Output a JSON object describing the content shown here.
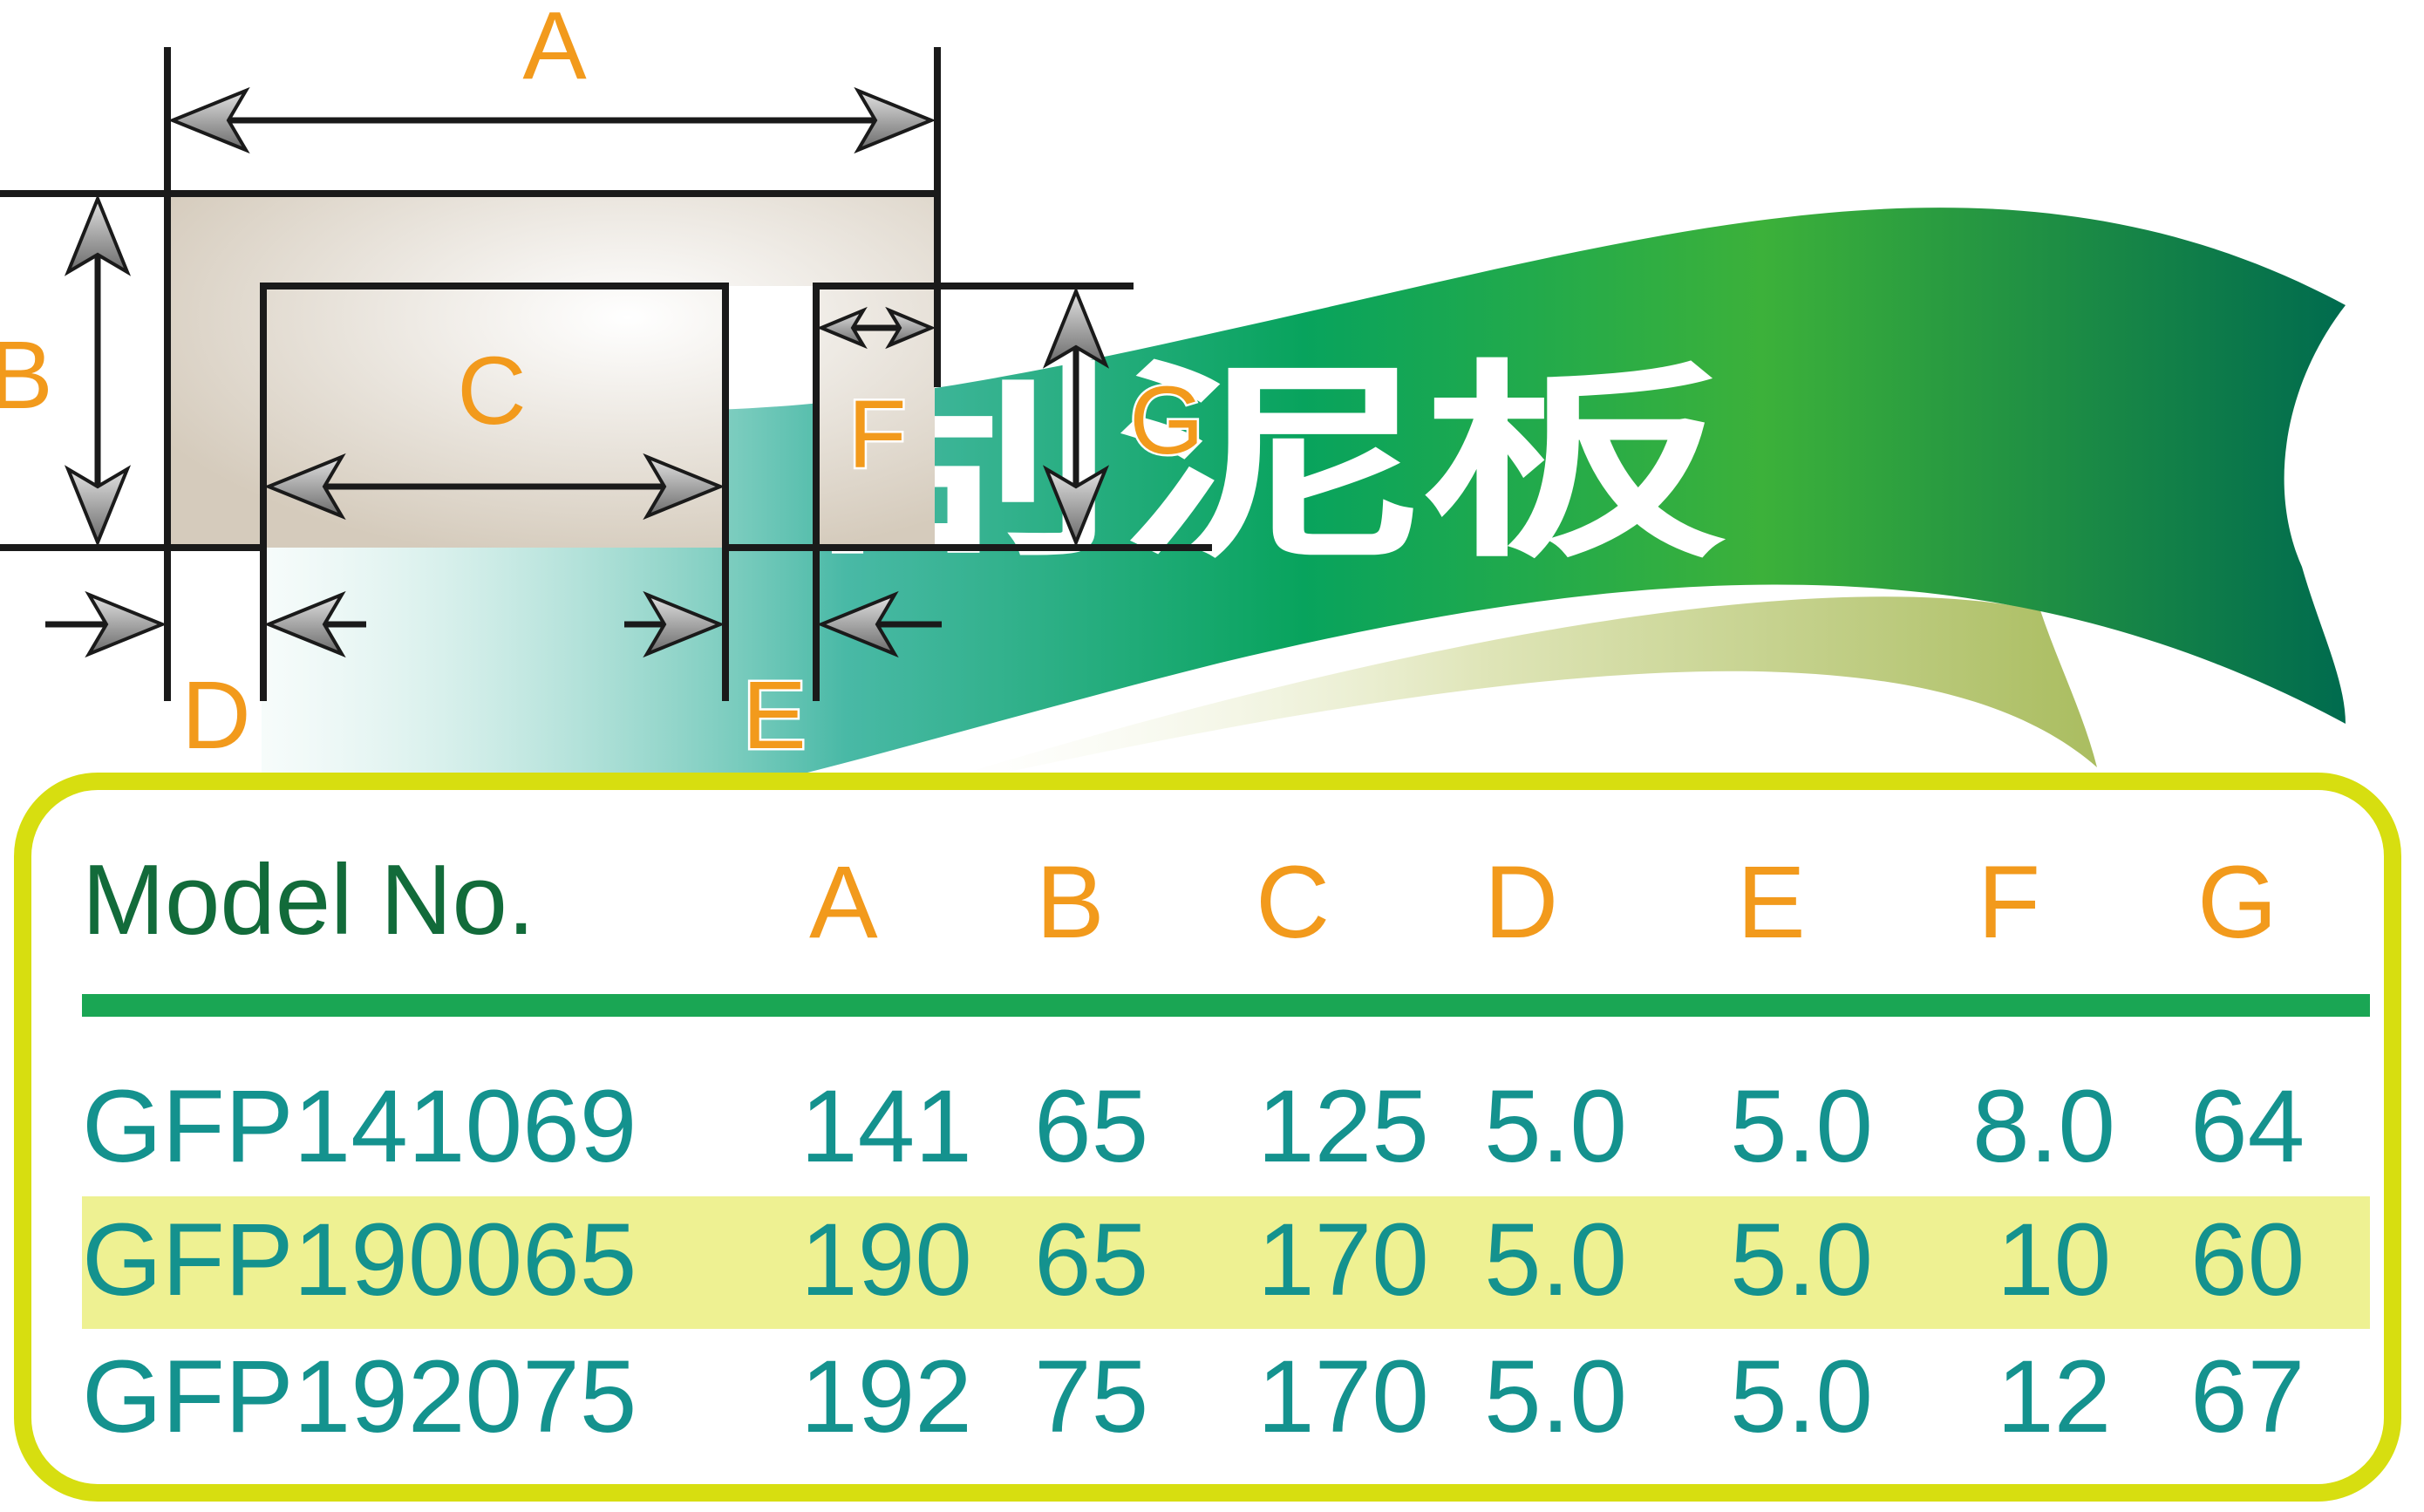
{
  "banner": {
    "title": "刮泥板"
  },
  "dimension_labels": {
    "A": "A",
    "B": "B",
    "C": "C",
    "D": "D",
    "E": "E",
    "F": "F",
    "G": "G"
  },
  "table": {
    "headers": [
      "Model No.",
      "A",
      "B",
      "C",
      "D",
      "E",
      "F",
      "G"
    ],
    "rows": [
      {
        "model": "GFP141069",
        "A": "141",
        "B": "65",
        "C": "125",
        "D": "5.0",
        "E": "5.0",
        "F": "8.0",
        "G": "64",
        "highlighted": false
      },
      {
        "model": "GFP190065",
        "A": "190",
        "B": "65",
        "C": "170",
        "D": "5.0",
        "E": "5.0",
        "F": "10",
        "G": "60",
        "highlighted": true
      },
      {
        "model": "GFP192075",
        "A": "192",
        "B": "75",
        "C": "170",
        "D": "5.0",
        "E": "5.0",
        "F": "12",
        "G": "67",
        "highlighted": false
      }
    ]
  },
  "colors": {
    "label_orange": "#f29a1c",
    "model_header_green": "#126b3a",
    "value_teal": "#14928e",
    "rule_green": "#1aa654",
    "panel_border": "#d7de10",
    "row_highlight": "#eef192",
    "banner_dark": "#006b4e",
    "banner_light": "#3db23a"
  }
}
